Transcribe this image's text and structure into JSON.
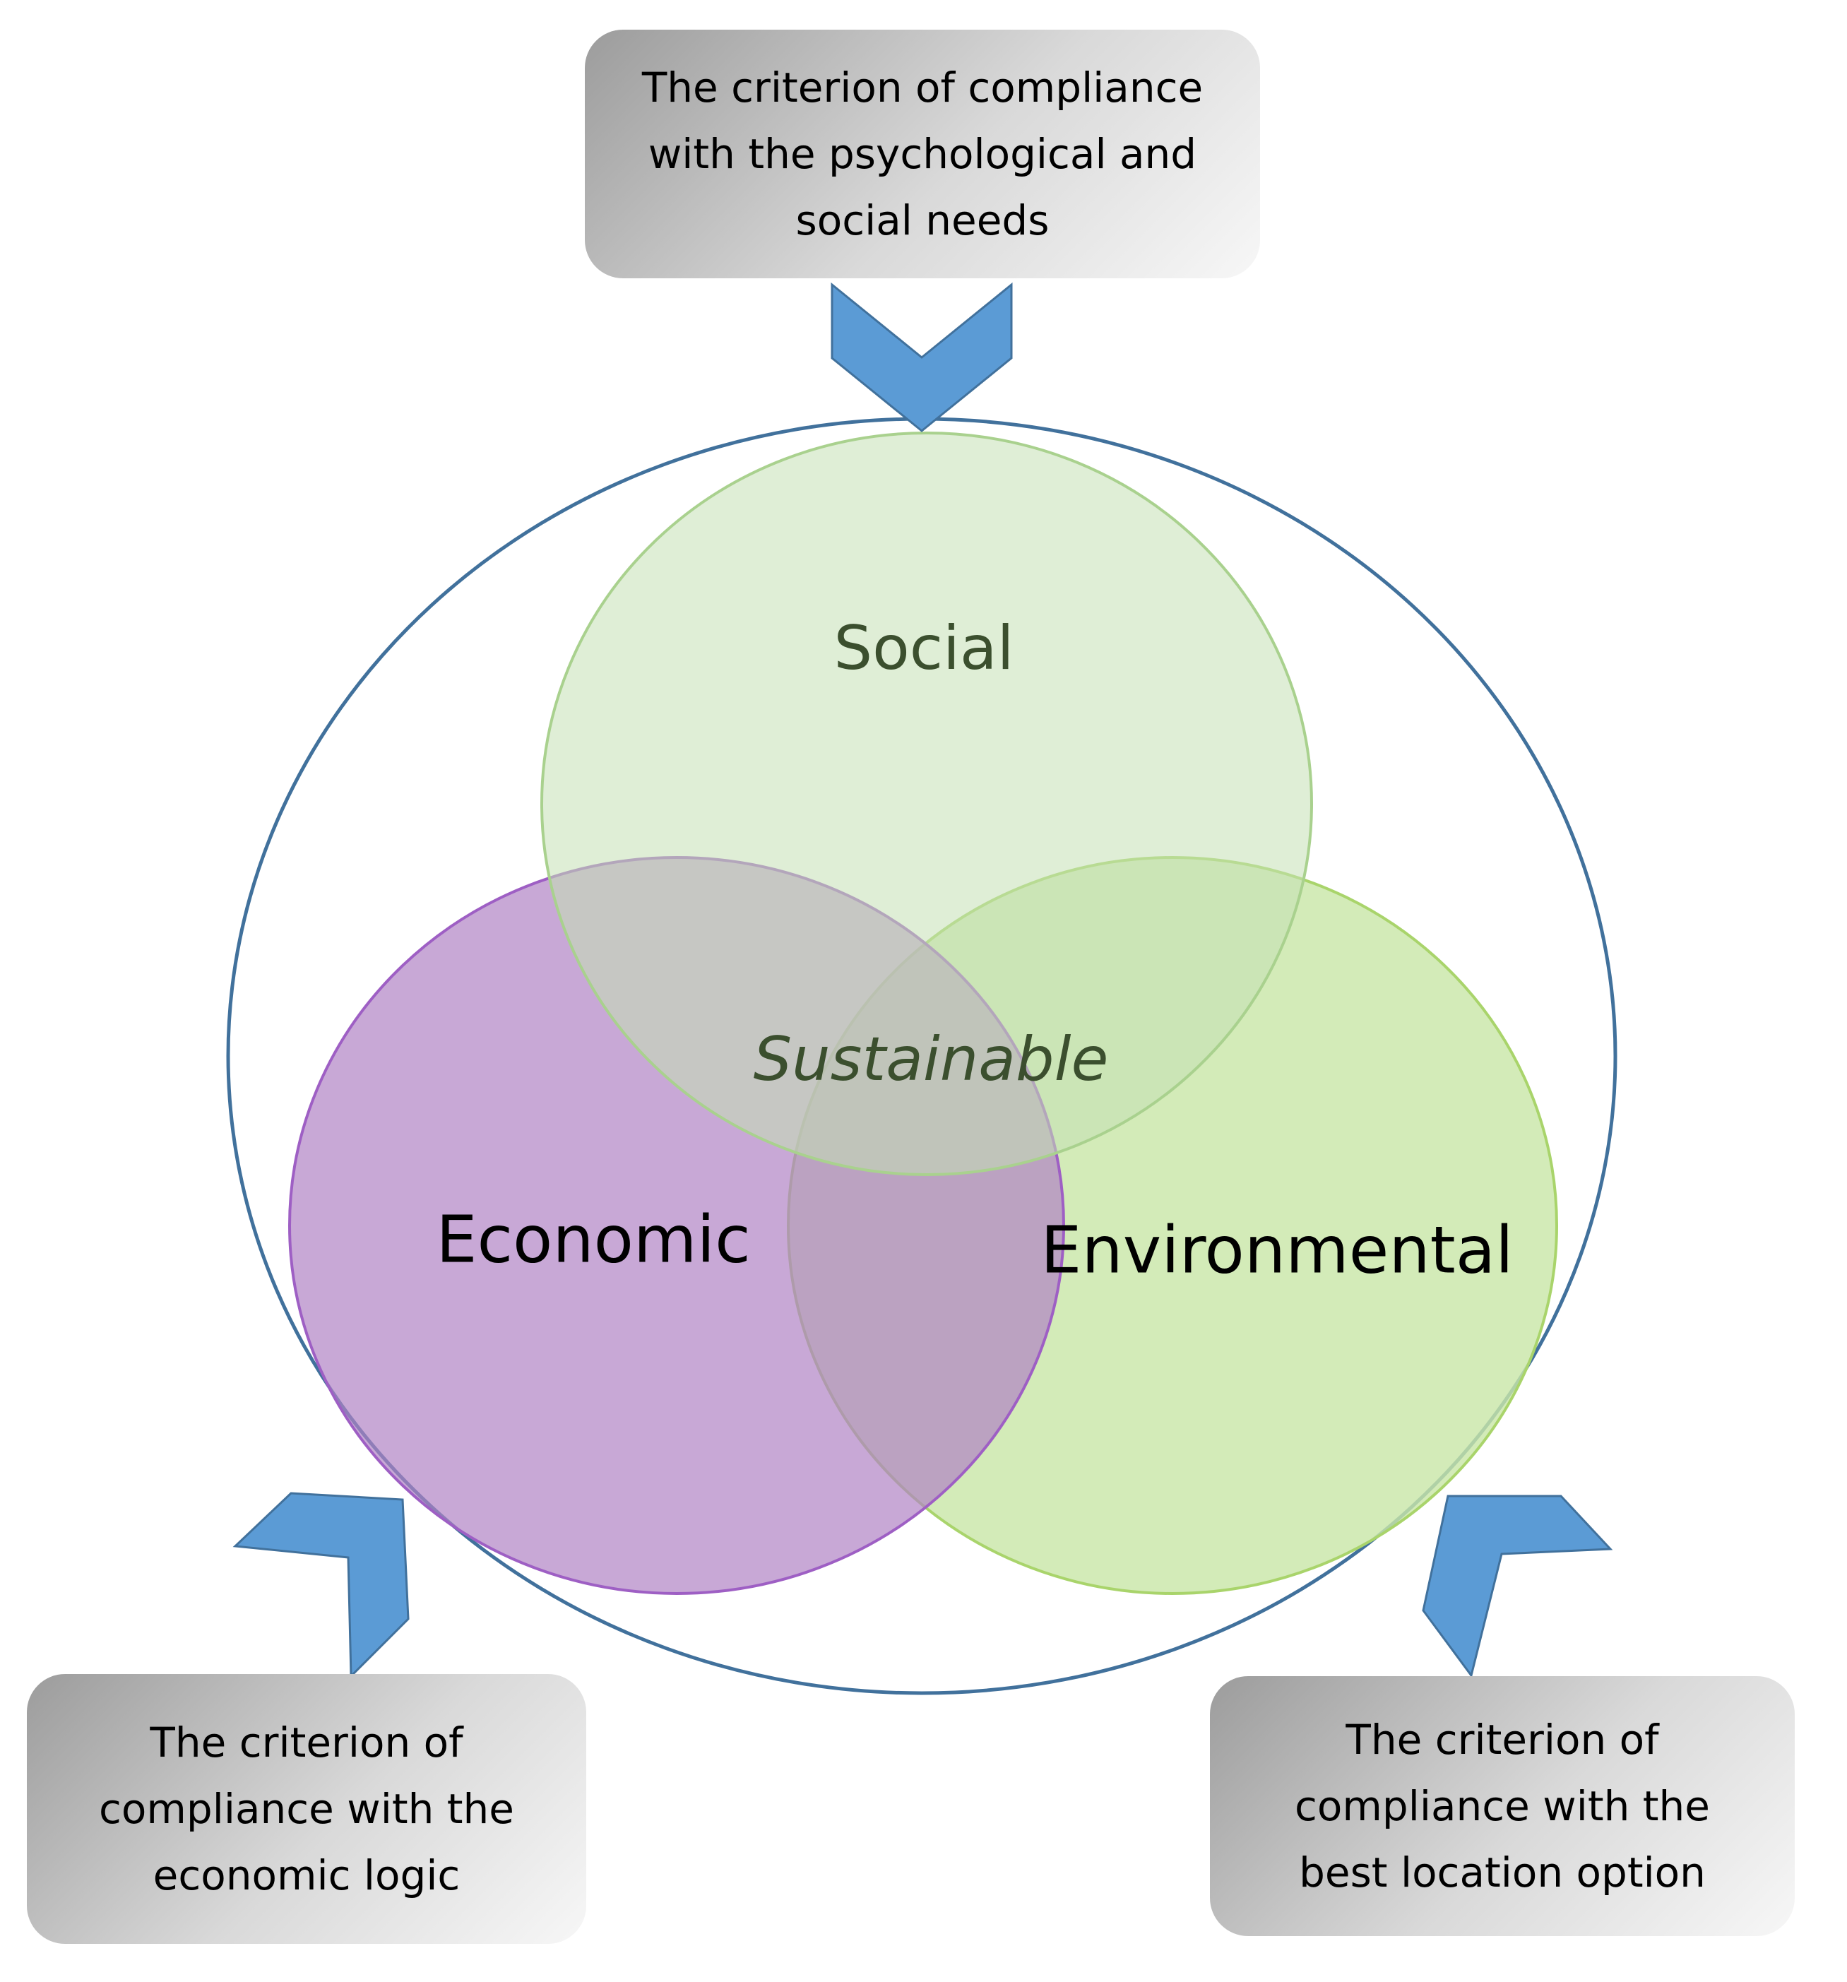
{
  "boxes": {
    "top": "The criterion of compliance\nwith the psychological and\nsocial needs",
    "left": "The criterion of\ncompliance with the\neconomic logic",
    "right": "The criterion of\ncompliance with the\nbest location option"
  },
  "circles": {
    "social": "Social",
    "economic": "Economic",
    "environmental": "Environmental",
    "center": "Sustainable"
  },
  "colors": {
    "outer_ring": "#41719c",
    "social_fill": "#c5e0b4",
    "social_stroke": "#a9d18e",
    "economic_fill": "#b083c5",
    "economic_stroke": "#9e5fc4",
    "environmental_fill": "#c9e6a8",
    "environmental_stroke": "#a9d46b",
    "arrow": "#5b9bd5",
    "arrow_stroke": "#41719c"
  }
}
